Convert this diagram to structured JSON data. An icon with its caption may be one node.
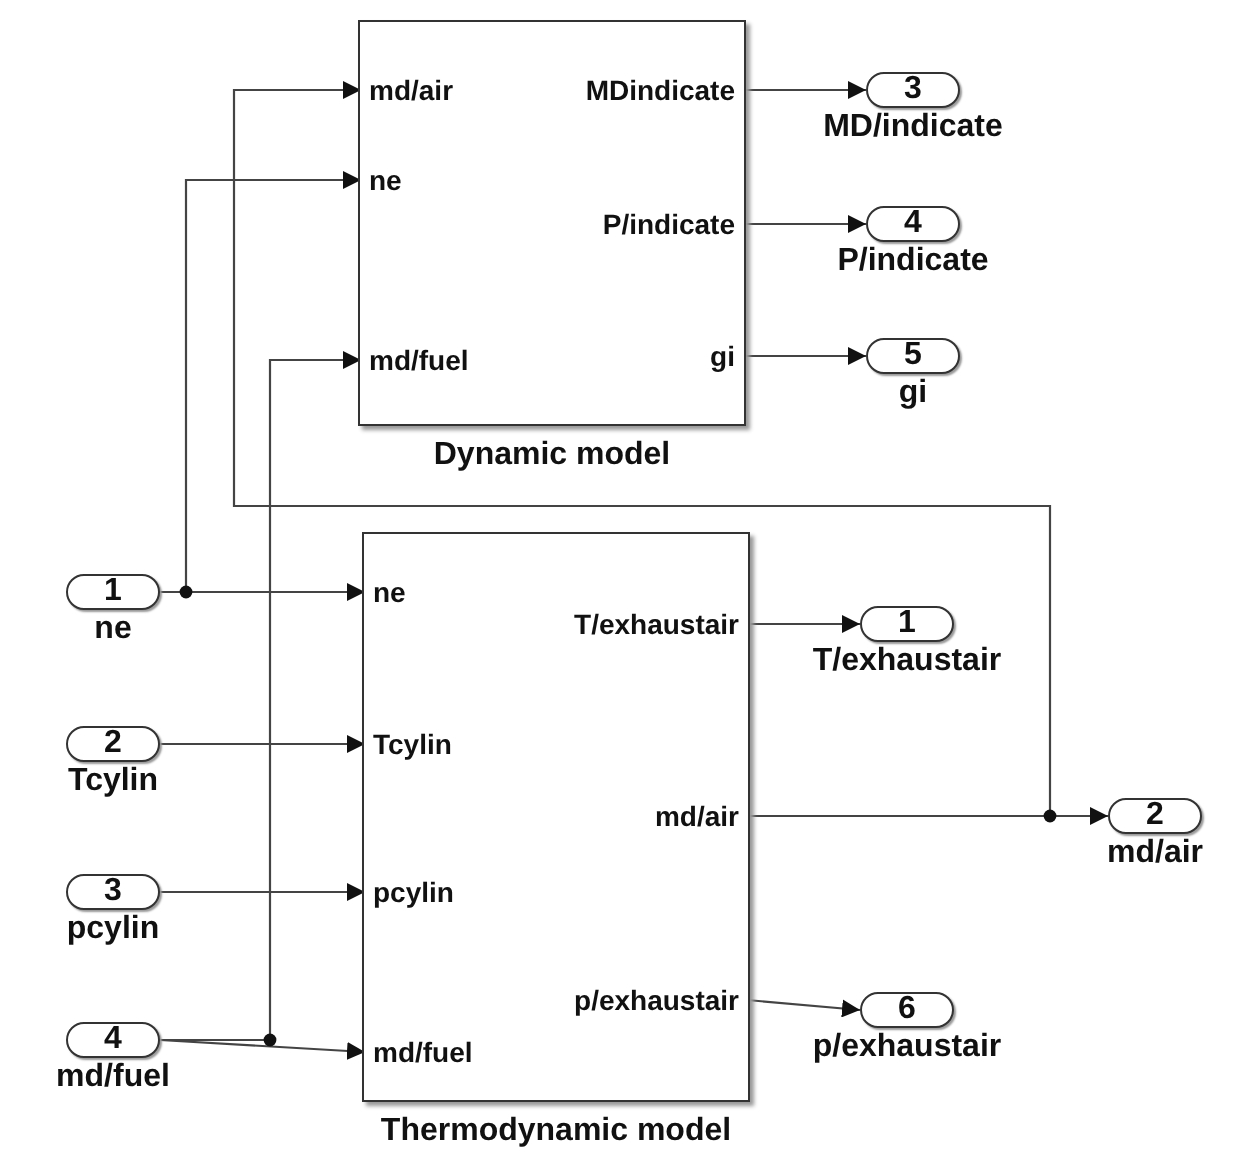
{
  "diagram": {
    "nodes": [
      {
        "text": [
          "Dynamic model"
        ]
      },
      {
        "text": [
          "md/air"
        ],
        "in": 0
      },
      {
        "text": [
          "ne"
        ],
        "in": 0
      },
      {
        "text": [
          "md/fuel"
        ],
        "in": 0
      },
      {
        "text": [
          "MDindicate"
        ],
        "in": 0
      },
      {
        "text": [
          "P/indicate"
        ],
        "in": 0
      },
      {
        "text": [
          "gi"
        ],
        "in": 0
      },
      {
        "text": [
          "Thermodynamic model"
        ]
      },
      {
        "text": [
          "ne"
        ],
        "in": 7
      },
      {
        "text": [
          "Tcylin"
        ],
        "in": 7
      },
      {
        "text": [
          "pcylin"
        ],
        "in": 7
      },
      {
        "text": [
          "md/fuel"
        ],
        "in": 7
      },
      {
        "text": [
          "T/exhaustair"
        ],
        "in": 7
      },
      {
        "text": [
          "md/air"
        ],
        "in": 7
      },
      {
        "text": [
          "p/exhaustair"
        ],
        "in": 7
      },
      {
        "text": [
          "1"
        ],
        "beside": [
          "ne"
        ]
      },
      {
        "text": [
          "2"
        ],
        "beside": [
          "Tcylin"
        ]
      },
      {
        "text": [
          "3"
        ],
        "beside": [
          "pcylin"
        ]
      },
      {
        "text": [
          "4"
        ],
        "beside": [
          "md/fuel"
        ]
      },
      {
        "text": [
          "3"
        ],
        "beside": [
          "MD/indicate"
        ]
      },
      {
        "text": [
          "4"
        ],
        "beside": [
          "P/indicate"
        ]
      },
      {
        "text": [
          "5"
        ],
        "beside": [
          "gi"
        ]
      },
      {
        "text": [
          "1"
        ],
        "beside": [
          "T/exhaustair"
        ]
      },
      {
        "text": [
          "2"
        ],
        "beside": [
          "md/air"
        ]
      },
      {
        "text": [
          "6"
        ],
        "beside": [
          "p/exhaustair"
        ]
      }
    ],
    "edges": [
      {
        "from": 4,
        "to": 19,
        "arrow": "to"
      },
      {
        "from": 5,
        "to": 20,
        "arrow": "to"
      },
      {
        "from": 6,
        "to": 21,
        "arrow": "to"
      },
      {
        "from": 15,
        "to": 8,
        "arrow": "to"
      },
      {
        "from": 15,
        "to": 2,
        "arrow": "to"
      },
      {
        "from": 16,
        "to": 9,
        "arrow": "to"
      },
      {
        "from": 17,
        "to": 10,
        "arrow": "to"
      },
      {
        "from": 18,
        "to": 11,
        "arrow": "to"
      },
      {
        "from": 18,
        "to": 3,
        "arrow": "to"
      },
      {
        "from": 12,
        "to": 22,
        "arrow": "to"
      },
      {
        "from": 13,
        "to": 23,
        "arrow": "to"
      },
      {
        "from": 13,
        "to": 1,
        "arrow": "to"
      },
      {
        "from": 14,
        "to": 24,
        "arrow": "to"
      }
    ]
  }
}
